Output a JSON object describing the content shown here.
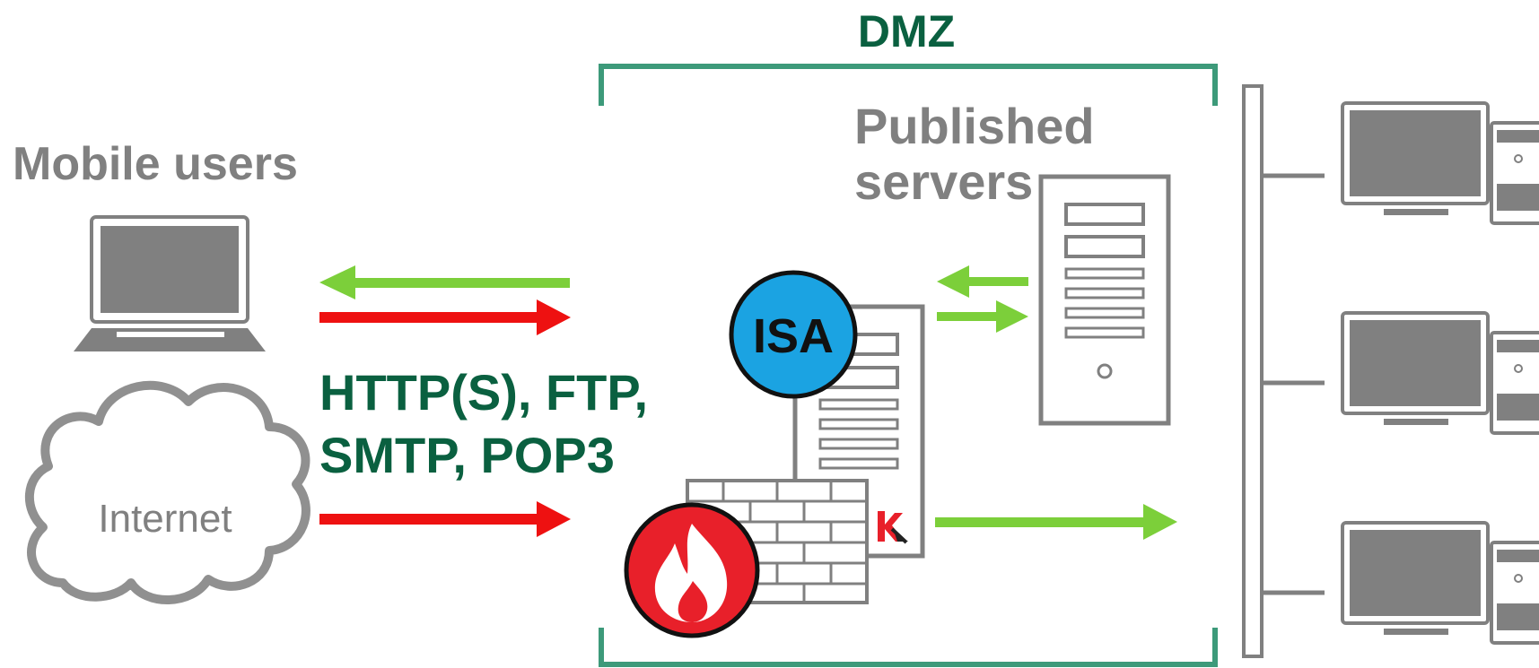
{
  "labels": {
    "dmz": "DMZ",
    "mobile_users": "Mobile users",
    "published_servers_line1": "Published",
    "published_servers_line2": "servers",
    "protocols_line1": "HTTP(S), FTP,",
    "protocols_line2": "SMTP, POP3",
    "internet": "Internet",
    "isa_badge": "ISA"
  },
  "colors": {
    "dmz_bracket": "#3d9a7a",
    "green_text": "#0a6040",
    "gray": "#808080",
    "green_arrow": "#7ccf3a",
    "red_arrow": "#ee1111",
    "isa_blue": "#1ba3e2",
    "firewall_red": "#e8202a"
  },
  "icons": [
    "laptop-icon",
    "cloud-icon",
    "server-tower-icon",
    "isa-server-icon",
    "firewall-brick-wall-icon",
    "fire-icon",
    "kaspersky-logo-icon",
    "desktop-computer-icon",
    "network-bus-icon"
  ]
}
